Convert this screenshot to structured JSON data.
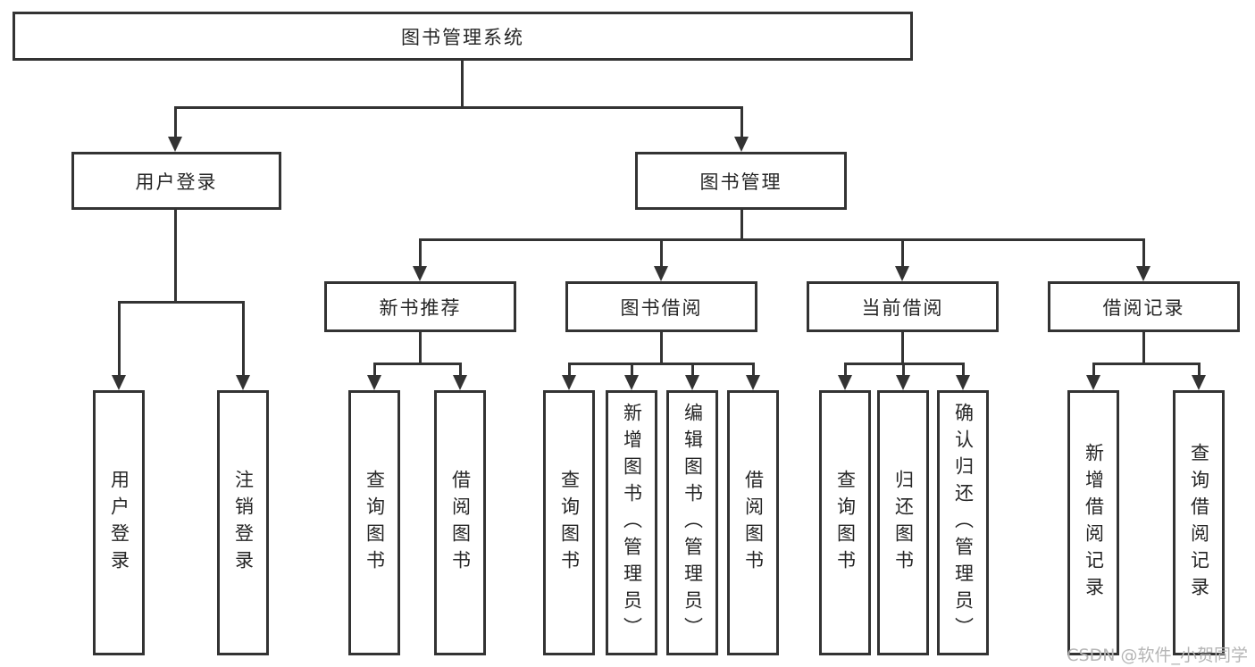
{
  "diagram": {
    "root": {
      "label": "图书管理系统"
    },
    "branches": [
      {
        "label": "用户登录",
        "children": [
          {
            "label": "用户登录"
          },
          {
            "label": "注销登录"
          }
        ]
      },
      {
        "label": "图书管理",
        "children": [
          {
            "label": "新书推荐",
            "children": [
              {
                "label": "查询图书"
              },
              {
                "label": "借阅图书"
              }
            ]
          },
          {
            "label": "图书借阅",
            "children": [
              {
                "label": "查询图书"
              },
              {
                "label": "新增图书（管理员）"
              },
              {
                "label": "编辑图书（管理员）"
              },
              {
                "label": "借阅图书"
              }
            ]
          },
          {
            "label": "当前借阅",
            "children": [
              {
                "label": "查询图书"
              },
              {
                "label": "归还图书"
              },
              {
                "label": "确认归还（管理员）"
              }
            ]
          },
          {
            "label": "借阅记录",
            "children": [
              {
                "label": "新增借阅记录"
              },
              {
                "label": "查询借阅记录"
              }
            ]
          }
        ]
      }
    ]
  },
  "watermark": {
    "text": "CSDN @软件_小贺同学"
  },
  "colors": {
    "line": "#333333",
    "text": "#262626",
    "watermark": "#b5b5b5",
    "background": "#ffffff"
  }
}
